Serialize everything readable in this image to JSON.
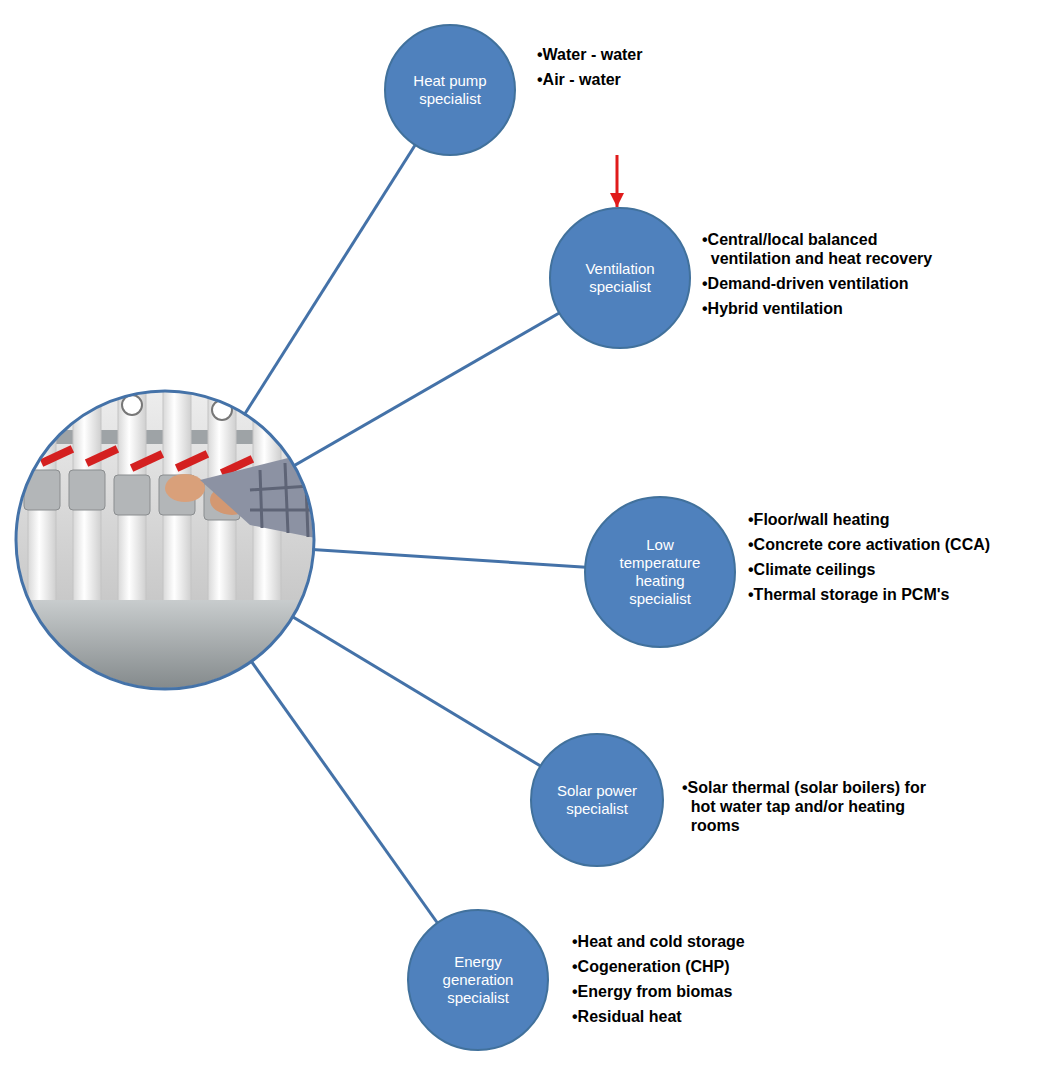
{
  "diagram": {
    "nodes": [
      {
        "text": [
          "Heat pump specialist",
          "•Water - water",
          "•Air - water"
        ]
      },
      {
        "text": [
          "Ventilation specialist",
          "•Central/local balanced ventilation and heat recovery",
          "•Demand-driven ventilation",
          "•Hybrid ventilation"
        ]
      },
      {
        "text": [
          "Low temperature heating specialist",
          "•Floor/wall heating",
          "•Concrete core activation (CCA)",
          "•Climate ceilings",
          "•Thermal storage in PCM's"
        ]
      },
      {
        "text": [
          "Solar power specialist",
          "•Solar thermal (solar boilers) for hot water tap and/or heating rooms"
        ]
      },
      {
        "text": [
          "Energy generation specialist",
          "•Heat and cold storage",
          "•Cogeneration (CHP)",
          "•Energy from biomas",
          "•Residual heat"
        ]
      }
    ],
    "edges": [
      {
        "from": 0,
        "to": 1,
        "arrow": "to"
      }
    ]
  }
}
